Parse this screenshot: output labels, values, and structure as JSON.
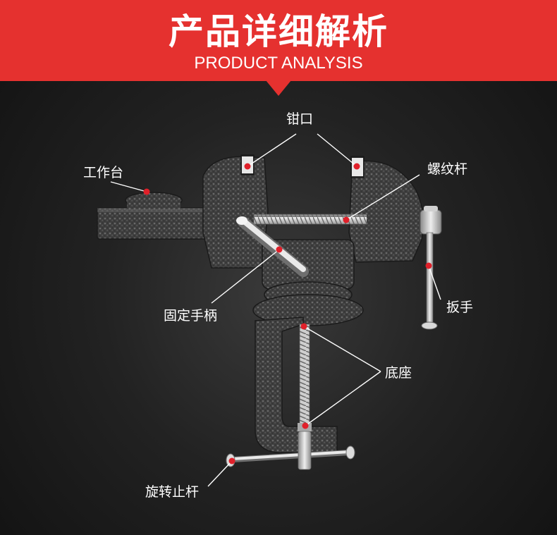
{
  "header": {
    "title_cn": "产品详细解析",
    "title_en": "PRODUCT ANALYSIS",
    "color": "#e5312f"
  },
  "parts": {
    "jaws": "钳口",
    "workbench": "工作台",
    "screw_rod": "螺纹杆",
    "wrench": "扳手",
    "fixed_handle": "固定手柄",
    "base": "底座",
    "swivel_stop_rod": "旋转止杆"
  },
  "colors": {
    "marker": "#e0202a",
    "leader_line": "#ffffff",
    "body_metal": "#4a4a4a",
    "steel": "#d9d9d9"
  }
}
